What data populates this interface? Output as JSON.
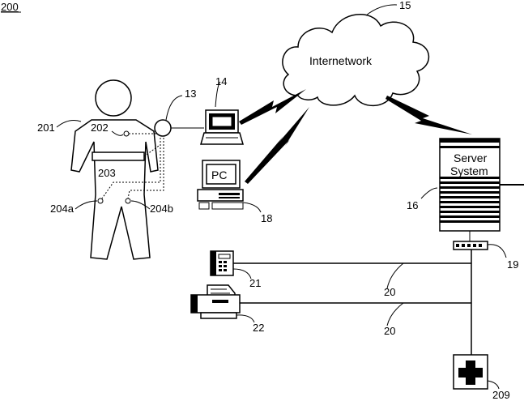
{
  "figure": {
    "number": "200",
    "cloud_text": "Internetwork",
    "pc_text": "PC",
    "server_text_line1": "Server",
    "server_text_line2": "System",
    "refs": {
      "r15": "15",
      "r13": "13",
      "r14": "14",
      "r201": "201",
      "r202": "202",
      "r203": "203",
      "r204a": "204a",
      "r204b": "204b",
      "r18": "18",
      "r16": "16",
      "r19": "19",
      "r21": "21",
      "r20a": "20",
      "r22": "22",
      "r20b": "20",
      "r209": "209"
    }
  },
  "icons": [
    "person-figure",
    "laptop-icon",
    "desktop-pc-icon",
    "server-icon",
    "network-hub-icon",
    "telephone-icon",
    "fax-machine-icon",
    "medical-cross-icon",
    "cloud-icon",
    "lightning-bolt-icon"
  ]
}
